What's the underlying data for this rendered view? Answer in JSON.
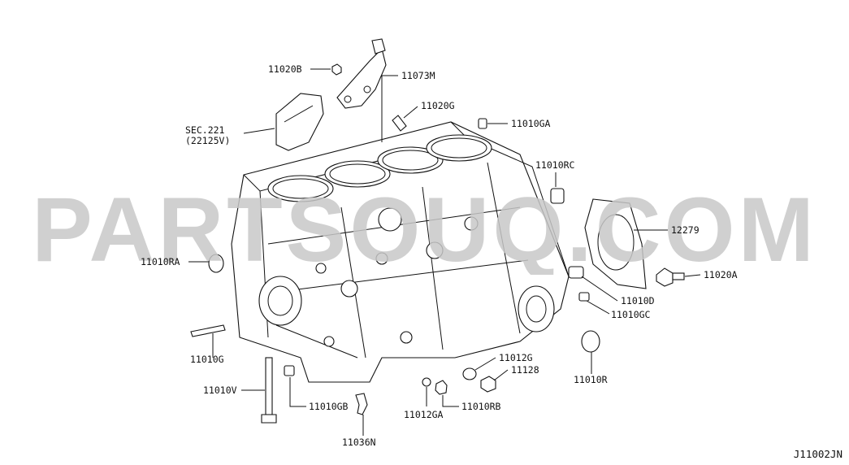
{
  "watermark": "PARTSOUQ.COM",
  "diagram_code": "J11002JN",
  "parts": {
    "p11020B": "11020B",
    "p11073M": "11073M",
    "p11020G": "11020G",
    "p11010GA": "11010GA",
    "sec221": "SEC.221\n(22125V)",
    "p11010RC": "11010RC",
    "p12279": "12279",
    "p11010RA": "11010RA",
    "p11020A": "11020A",
    "p11010D": "11010D",
    "p11010GC": "11010GC",
    "p11010G": "11010G",
    "p11012G": "11012G",
    "p11128": "11128",
    "p11010R": "11010R",
    "p11010V": "11010V",
    "p11010GB": "11010GB",
    "p11012GA": "11012GA",
    "p11010RB": "11010RB",
    "p11036N": "11036N"
  }
}
